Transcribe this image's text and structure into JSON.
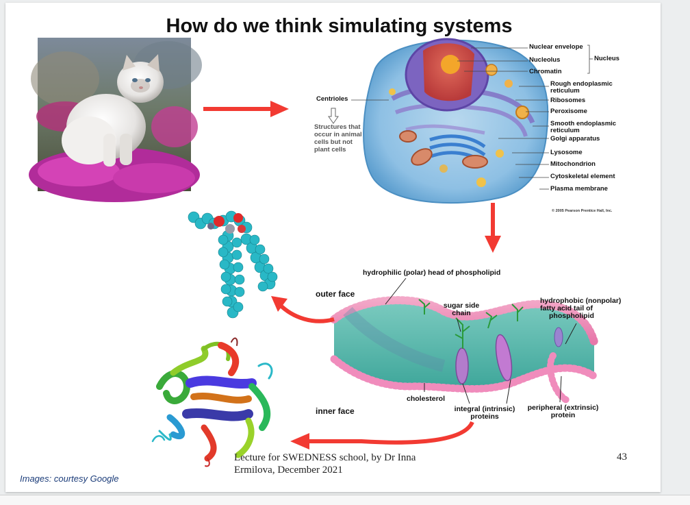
{
  "slide": {
    "title": "How do we think simulating systems",
    "footer_line1": "Lecture for SWEDNESS school, by Dr Inna",
    "footer_line2": "Ermilova, December 2021",
    "page_number": "43",
    "credit": "Images: courtesy Google"
  },
  "cell_diagram": {
    "labels": {
      "nuclear_envelope": "Nuclear envelope",
      "nucleolus": "Nucleolus",
      "chromatin": "Chromatin",
      "nucleus": "Nucleus",
      "rough_er_1": "Rough endoplasmic",
      "rough_er_2": "reticulum",
      "ribosomes": "Ribosomes",
      "peroxisome": "Peroxisome",
      "smooth_er_1": "Smooth endoplasmic",
      "smooth_er_2": "reticulum",
      "golgi": "Golgi apparatus",
      "lysosome": "Lysosome",
      "mitochondrion": "Mitochondrion",
      "cytoskeletal": "Cytoskeletal element",
      "plasma_membrane": "Plasma membrane",
      "centrioles": "Centrioles",
      "note_1": "Structures that",
      "note_2": "occur in animal",
      "note_3": "cells but not",
      "note_4": "plant cells",
      "copyright": "© 2005 Pearson Prentice Hall, Inc."
    }
  },
  "membrane_diagram": {
    "labels": {
      "hydrophilic": "hydrophilic (polar) head of phospholipid",
      "outer_face": "outer face",
      "inner_face": "inner face",
      "sugar_1": "sugar side",
      "sugar_2": "chain",
      "hydrophobic_1": "hydrophobic (nonpolar)",
      "hydrophobic_2": "fatty acid tail of",
      "hydrophobic_3": "phospholipid",
      "cholesterol": "cholesterol",
      "integral_1": "integral (intrinsic)",
      "integral_2": "proteins",
      "peripheral_1": "peripheral (extrinsic)",
      "peripheral_2": "protein"
    }
  },
  "colors": {
    "arrow": "#f23a32",
    "accent_blue": "#1c3d7a"
  }
}
